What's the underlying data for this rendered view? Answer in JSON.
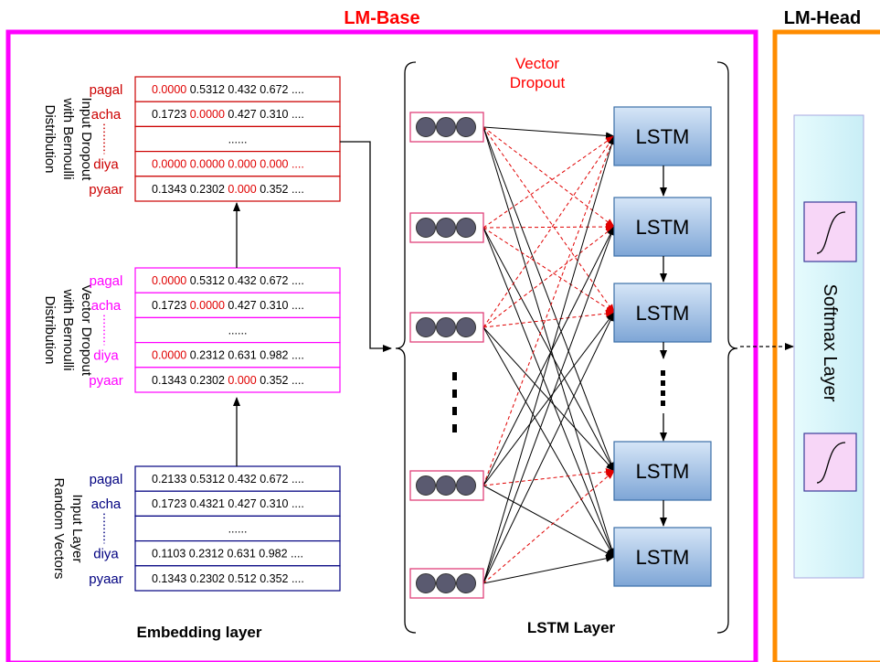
{
  "lm_base": {
    "title": "LM-Base"
  },
  "lm_head": {
    "title": "LM-Head"
  },
  "embedding": {
    "caption": "Embedding layer",
    "blocks": [
      {
        "id": "input-dropout",
        "side_label": [
          "Input Dropout",
          "with Bernoulli",
          "Distribution"
        ],
        "words": [
          "pagal",
          "acha",
          "diya",
          "pyaar"
        ],
        "rows": [
          [
            {
              "t": "0.0000",
              "d": true
            },
            {
              "t": "0.5312"
            },
            {
              "t": "0.432"
            },
            {
              "t": "0.672"
            },
            {
              "t": "...."
            }
          ],
          [
            {
              "t": "0.1723"
            },
            {
              "t": "0.0000",
              "d": true
            },
            {
              "t": "0.427"
            },
            {
              "t": "0.310"
            },
            {
              "t": "...."
            }
          ],
          [
            {
              "t": "......"
            }
          ],
          [
            {
              "t": "0.0000",
              "d": true
            },
            {
              "t": "0.0000",
              "d": true
            },
            {
              "t": "0.000",
              "d": true
            },
            {
              "t": "0.000",
              "d": true
            },
            {
              "t": "....",
              "d": true
            }
          ],
          [
            {
              "t": "0.1343"
            },
            {
              "t": "0.2302"
            },
            {
              "t": "0.000",
              "d": true
            },
            {
              "t": "0.352"
            },
            {
              "t": "...."
            }
          ]
        ]
      },
      {
        "id": "vector-dropout",
        "side_label": [
          "Vector Dropout",
          "with Bernoulli",
          "Distribution"
        ],
        "words": [
          "pagal",
          "acha",
          "diya",
          "pyaar"
        ],
        "rows": [
          [
            {
              "t": "0.0000",
              "d": true
            },
            {
              "t": "0.5312"
            },
            {
              "t": "0.432"
            },
            {
              "t": "0.672"
            },
            {
              "t": "...."
            }
          ],
          [
            {
              "t": "0.1723"
            },
            {
              "t": "0.0000",
              "d": true
            },
            {
              "t": "0.427"
            },
            {
              "t": "0.310"
            },
            {
              "t": "...."
            }
          ],
          [
            {
              "t": "......"
            }
          ],
          [
            {
              "t": "0.0000",
              "d": true
            },
            {
              "t": "0.2312"
            },
            {
              "t": "0.631"
            },
            {
              "t": "0.982"
            },
            {
              "t": "...."
            }
          ],
          [
            {
              "t": "0.1343"
            },
            {
              "t": "0.2302"
            },
            {
              "t": "0.000",
              "d": true
            },
            {
              "t": "0.352"
            },
            {
              "t": "...."
            }
          ]
        ]
      },
      {
        "id": "input-layer",
        "side_label": [
          "Input Layer",
          "Random Vectors"
        ],
        "words": [
          "pagal",
          "acha",
          "diya",
          "pyaar"
        ],
        "rows": [
          [
            {
              "t": "0.2133"
            },
            {
              "t": "0.5312"
            },
            {
              "t": "0.432"
            },
            {
              "t": "0.672"
            },
            {
              "t": "...."
            }
          ],
          [
            {
              "t": "0.1723"
            },
            {
              "t": "0.4321"
            },
            {
              "t": "0.427"
            },
            {
              "t": "0.310"
            },
            {
              "t": "...."
            }
          ],
          [
            {
              "t": "......"
            }
          ],
          [
            {
              "t": "0.1103"
            },
            {
              "t": "0.2312"
            },
            {
              "t": "0.631"
            },
            {
              "t": "0.982"
            },
            {
              "t": "...."
            }
          ],
          [
            {
              "t": "0.1343"
            },
            {
              "t": "0.2302"
            },
            {
              "t": "0.512"
            },
            {
              "t": "0.352"
            },
            {
              "t": "...."
            }
          ]
        ]
      }
    ]
  },
  "lstm_layer": {
    "caption": "LSTM Layer",
    "vector_dropout_label": [
      "Vector",
      "Dropout"
    ],
    "cell_label": "LSTM",
    "ellipsis": "......"
  },
  "softmax": {
    "label": "Softmax Layer"
  },
  "colors": {
    "lm_base_border": "#ff00ff",
    "lm_head_border": "#ff8c00",
    "title_red": "#ff0000",
    "dropout_value": "#e00000",
    "input_dropout_border": "#cc0000",
    "vector_dropout_border": "#ff00ff",
    "input_layer_border": "#000080",
    "input_layer_word": "#000080",
    "lstm_fill_top": "#d6e6f7",
    "lstm_fill_bottom": "#7ea6d6",
    "lstm_border": "#3b6fa8",
    "node_fill": "#5a5a70",
    "node_box_border": "#e0407a",
    "softmax_fill": "#dcf6fb",
    "softmax_border": "#a8a8e0",
    "sigmoid_fill": "#f7d6f7",
    "sigmoid_border": "#3b3b99"
  }
}
